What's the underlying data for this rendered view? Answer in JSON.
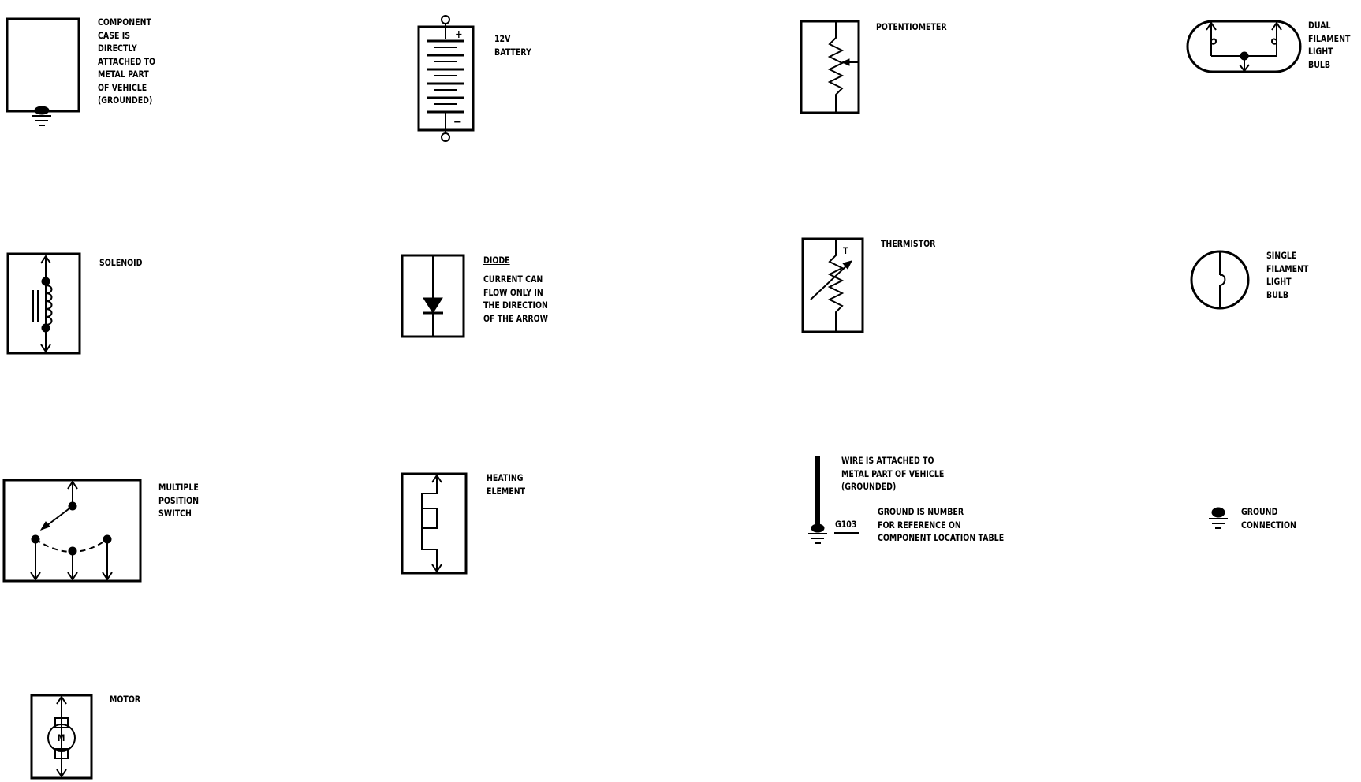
{
  "labels": {
    "component_case": "COMPONENT\nCASE IS\nDIRECTLY\nATTACHED TO\nMETAL PART\nOF VEHICLE\n(GROUNDED)",
    "battery": "12V\nBATTERY",
    "battery_plus": "+",
    "battery_minus": "−",
    "potentiometer": "POTENTIOMETER",
    "dual_filament": "DUAL\nFILAMENT\nLIGHT\nBULB",
    "solenoid": "SOLENOID",
    "diode_title": "DIODE",
    "diode_desc": "CURRENT CAN\nFLOW ONLY IN\nTHE DIRECTION\nOF THE ARROW",
    "thermistor": "THERMISTOR",
    "thermistor_t": "T",
    "single_filament": "SINGLE\nFILAMENT\nLIGHT\nBULB",
    "multiple_switch": "MULTIPLE\nPOSITION\nSWITCH",
    "heating_element": "HEATING\nELEMENT",
    "wire_attached": "WIRE IS ATTACHED TO\nMETAL PART OF VEHICLE\n(GROUNDED)",
    "ground_ref": "GROUND IS NUMBER\nFOR REFERENCE ON\nCOMPONENT LOCATION TABLE",
    "ground_id": "G103",
    "ground_connection": "GROUND\nCONNECTION",
    "motor": "MOTOR",
    "motor_m": "M"
  }
}
